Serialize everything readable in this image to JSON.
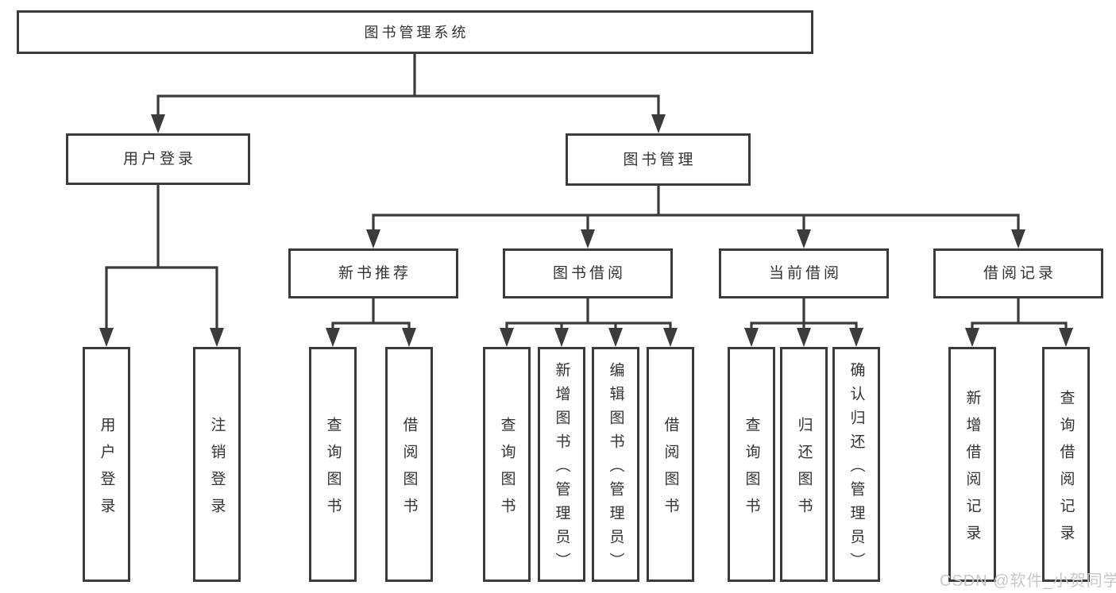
{
  "title": "图书管理系统",
  "tree": {
    "label": "图书管理系统",
    "children": [
      {
        "label": "用户登录",
        "children": [
          {
            "label": "用户登录"
          },
          {
            "label": "注销登录"
          }
        ]
      },
      {
        "label": "图书管理",
        "children": [
          {
            "label": "新书推荐",
            "children": [
              {
                "label": "查询图书"
              },
              {
                "label": "借阅图书"
              }
            ]
          },
          {
            "label": "图书借阅",
            "children": [
              {
                "label": "查询图书"
              },
              {
                "label": "新增图书（管理员）"
              },
              {
                "label": "编辑图书（管理员）"
              },
              {
                "label": "借阅图书"
              }
            ]
          },
          {
            "label": "当前借阅",
            "children": [
              {
                "label": "查询图书"
              },
              {
                "label": "归还图书"
              },
              {
                "label": "确认归还（管理员）"
              }
            ]
          },
          {
            "label": "借阅记录",
            "children": [
              {
                "label": "新增借阅记录"
              },
              {
                "label": "查询借阅记录"
              }
            ]
          }
        ]
      }
    ]
  },
  "watermark": "CSDN @软件_小贺同学",
  "colors": {
    "line": "#3b3b3b",
    "text": "#333333",
    "background": "#ffffff",
    "watermark": "#c8c8c8"
  }
}
